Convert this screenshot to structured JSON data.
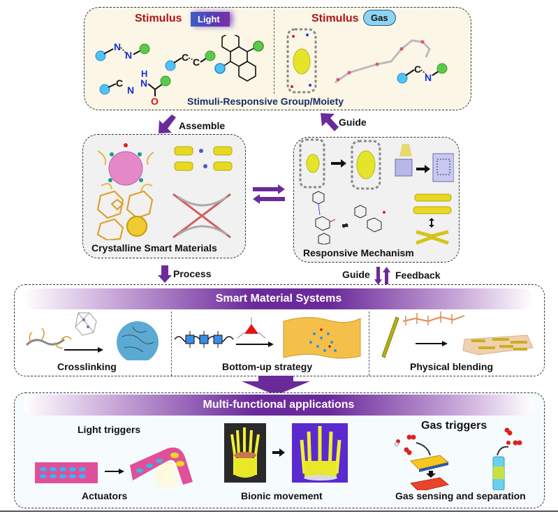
{
  "figure": {
    "top_panel": {
      "light_side": {
        "stimulus_label": "Stimulus",
        "stimulus_type": "Light",
        "structures": [
          {
            "name": "azobenzene",
            "atoms": [
              "N",
              "N"
            ]
          },
          {
            "name": "alkene",
            "atoms": [
              "C",
              "C"
            ]
          },
          {
            "name": "anthracene",
            "atoms": []
          },
          {
            "name": "acylhydrazone",
            "atoms": [
              "C",
              "N",
              "N",
              "H",
              "O"
            ]
          }
        ]
      },
      "gas_side": {
        "stimulus_label": "Stimulus",
        "stimulus_type": "Gas",
        "structures": [
          {
            "name": "macrocycle-cage",
            "atoms": []
          },
          {
            "name": "polymer-chain",
            "atoms": []
          },
          {
            "name": "imine",
            "atoms": [
              "C",
              "N"
            ]
          }
        ]
      },
      "caption": "Stimuli-Responsive Group/Moiety"
    },
    "arrows": {
      "assemble": "Assemble",
      "guide_up": "Guide",
      "process": "Process",
      "guide_down": "Guide",
      "feedback": "Feedback"
    },
    "left_panel": {
      "caption": "Crystalline Smart Materials"
    },
    "right_panel": {
      "caption": "Responsive Mechanism"
    },
    "systems": {
      "title": "Smart Material Systems",
      "items": [
        {
          "label": "Crosslinking"
        },
        {
          "label": "Bottom-up strategy"
        },
        {
          "label": "Physical blending"
        }
      ]
    },
    "applications": {
      "title": "Multi-functional applications",
      "light_triggers": "Light triggers",
      "gas_triggers": "Gas triggers",
      "items": [
        {
          "label": "Actuators"
        },
        {
          "label": "Bionic movement"
        },
        {
          "label": "Gas sensing and separation"
        }
      ]
    },
    "colors": {
      "purple_accent": "#6b2a9a",
      "stimulus_red": "#b0121b",
      "caption_navy": "#1b2d66",
      "nitrogen_blue": "#1530d8",
      "oxygen_red": "#e01010",
      "sphere_cyan": "#4fc3f7",
      "sphere_green": "#5cc94a"
    }
  }
}
